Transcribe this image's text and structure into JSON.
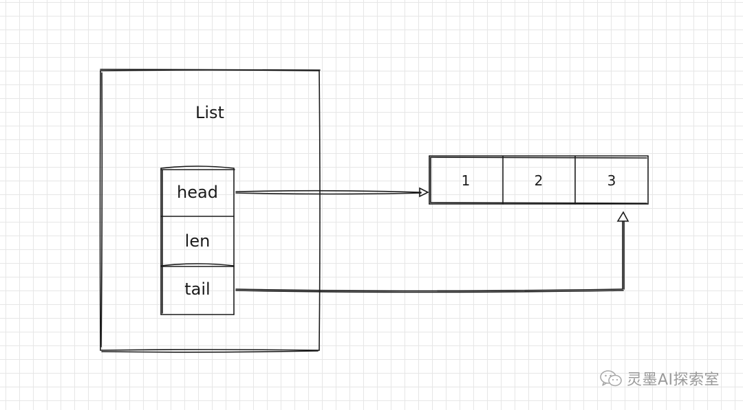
{
  "list": {
    "title": "List",
    "fields": [
      "head",
      "len",
      "tail"
    ]
  },
  "array": {
    "cells": [
      "1",
      "2",
      "3"
    ]
  },
  "watermark": {
    "text": "灵墨AI探索室",
    "icon": "wechat-icon"
  },
  "colors": {
    "stroke": "#1a1a1a",
    "grid": "#e6e6e6",
    "watermark": "#9a9a9a"
  }
}
